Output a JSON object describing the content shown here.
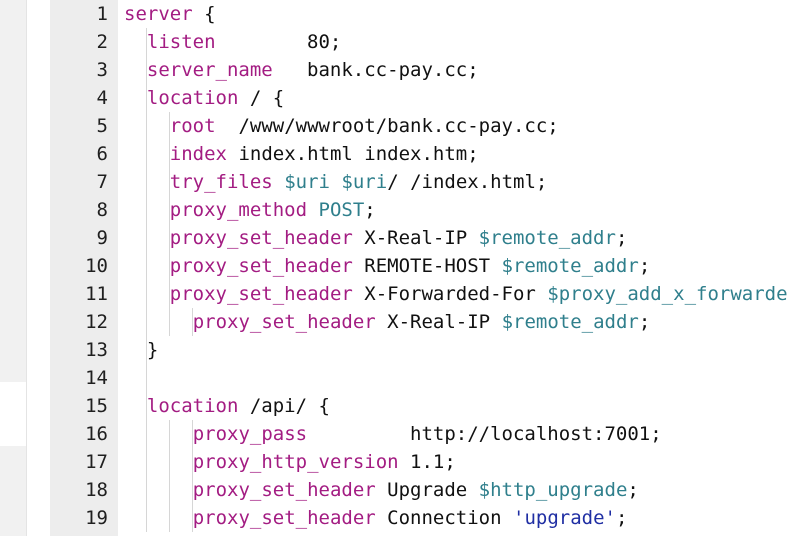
{
  "editor": {
    "lines": [
      {
        "number": "1",
        "indent": 0,
        "tokens": [
          {
            "t": "kw",
            "v": "server"
          },
          {
            "t": "plain",
            "v": " {"
          }
        ]
      },
      {
        "number": "2",
        "indent": 1,
        "tokens": [
          {
            "t": "kw",
            "v": "listen"
          },
          {
            "t": "plain",
            "v": "        80;"
          }
        ]
      },
      {
        "number": "3",
        "indent": 1,
        "tokens": [
          {
            "t": "kw",
            "v": "server_name"
          },
          {
            "t": "plain",
            "v": "   bank.cc-pay.cc;"
          }
        ]
      },
      {
        "number": "4",
        "indent": 1,
        "tokens": [
          {
            "t": "kw",
            "v": "location"
          },
          {
            "t": "plain",
            "v": " / {"
          }
        ]
      },
      {
        "number": "5",
        "indent": 2,
        "tokens": [
          {
            "t": "kw",
            "v": "root"
          },
          {
            "t": "plain",
            "v": "  /www/wwwroot/bank.cc-pay.cc;"
          }
        ]
      },
      {
        "number": "6",
        "indent": 2,
        "tokens": [
          {
            "t": "kw",
            "v": "index"
          },
          {
            "t": "plain",
            "v": " index.html index.htm;"
          }
        ]
      },
      {
        "number": "7",
        "indent": 2,
        "tokens": [
          {
            "t": "kw",
            "v": "try_files"
          },
          {
            "t": "plain",
            "v": " "
          },
          {
            "t": "var",
            "v": "$uri"
          },
          {
            "t": "plain",
            "v": " "
          },
          {
            "t": "var",
            "v": "$uri"
          },
          {
            "t": "plain",
            "v": "/ /index.html;"
          }
        ]
      },
      {
        "number": "8",
        "indent": 2,
        "tokens": [
          {
            "t": "kw",
            "v": "proxy_method"
          },
          {
            "t": "plain",
            "v": " "
          },
          {
            "t": "var",
            "v": "POST"
          },
          {
            "t": "plain",
            "v": ";"
          }
        ]
      },
      {
        "number": "9",
        "indent": 2,
        "tokens": [
          {
            "t": "kw",
            "v": "proxy_set_header"
          },
          {
            "t": "plain",
            "v": " X-Real-IP "
          },
          {
            "t": "var",
            "v": "$remote_addr"
          },
          {
            "t": "plain",
            "v": ";"
          }
        ]
      },
      {
        "number": "10",
        "indent": 2,
        "tokens": [
          {
            "t": "kw",
            "v": "proxy_set_header"
          },
          {
            "t": "plain",
            "v": " REMOTE-HOST "
          },
          {
            "t": "var",
            "v": "$remote_addr"
          },
          {
            "t": "plain",
            "v": ";"
          }
        ]
      },
      {
        "number": "11",
        "indent": 2,
        "tokens": [
          {
            "t": "kw",
            "v": "proxy_set_header"
          },
          {
            "t": "plain",
            "v": " X-Forwarded-For "
          },
          {
            "t": "var",
            "v": "$proxy_add_x_forwarde"
          }
        ]
      },
      {
        "number": "12",
        "indent": 3,
        "tokens": [
          {
            "t": "kw",
            "v": "proxy_set_header"
          },
          {
            "t": "plain",
            "v": " X-Real-IP "
          },
          {
            "t": "var",
            "v": "$remote_addr"
          },
          {
            "t": "plain",
            "v": ";"
          }
        ]
      },
      {
        "number": "13",
        "indent": 1,
        "tokens": [
          {
            "t": "plain",
            "v": "}"
          }
        ]
      },
      {
        "number": "14",
        "indent": 1,
        "tokens": []
      },
      {
        "number": "15",
        "indent": 1,
        "tokens": [
          {
            "t": "kw",
            "v": "location"
          },
          {
            "t": "plain",
            "v": " /api/ {"
          }
        ]
      },
      {
        "number": "16",
        "indent": 3,
        "tokens": [
          {
            "t": "kw",
            "v": "proxy_pass"
          },
          {
            "t": "plain",
            "v": "         http://localhost:7001;"
          }
        ]
      },
      {
        "number": "17",
        "indent": 3,
        "tokens": [
          {
            "t": "kw",
            "v": "proxy_http_version"
          },
          {
            "t": "plain",
            "v": " 1.1;"
          }
        ]
      },
      {
        "number": "18",
        "indent": 3,
        "tokens": [
          {
            "t": "kw",
            "v": "proxy_set_header"
          },
          {
            "t": "plain",
            "v": " Upgrade "
          },
          {
            "t": "var",
            "v": "$http_upgrade"
          },
          {
            "t": "plain",
            "v": ";"
          }
        ]
      },
      {
        "number": "19",
        "indent": 3,
        "tokens": [
          {
            "t": "kw",
            "v": "proxy_set_header"
          },
          {
            "t": "plain",
            "v": " Connection "
          },
          {
            "t": "str",
            "v": "'upgrade'"
          },
          {
            "t": "plain",
            "v": ";"
          }
        ]
      }
    ]
  },
  "colors": {
    "keyword": "#a31c82",
    "variable": "#2f7f8c",
    "string": "#1f2ea3",
    "gutter_bg": "#ededed",
    "line_number": "#202020"
  }
}
